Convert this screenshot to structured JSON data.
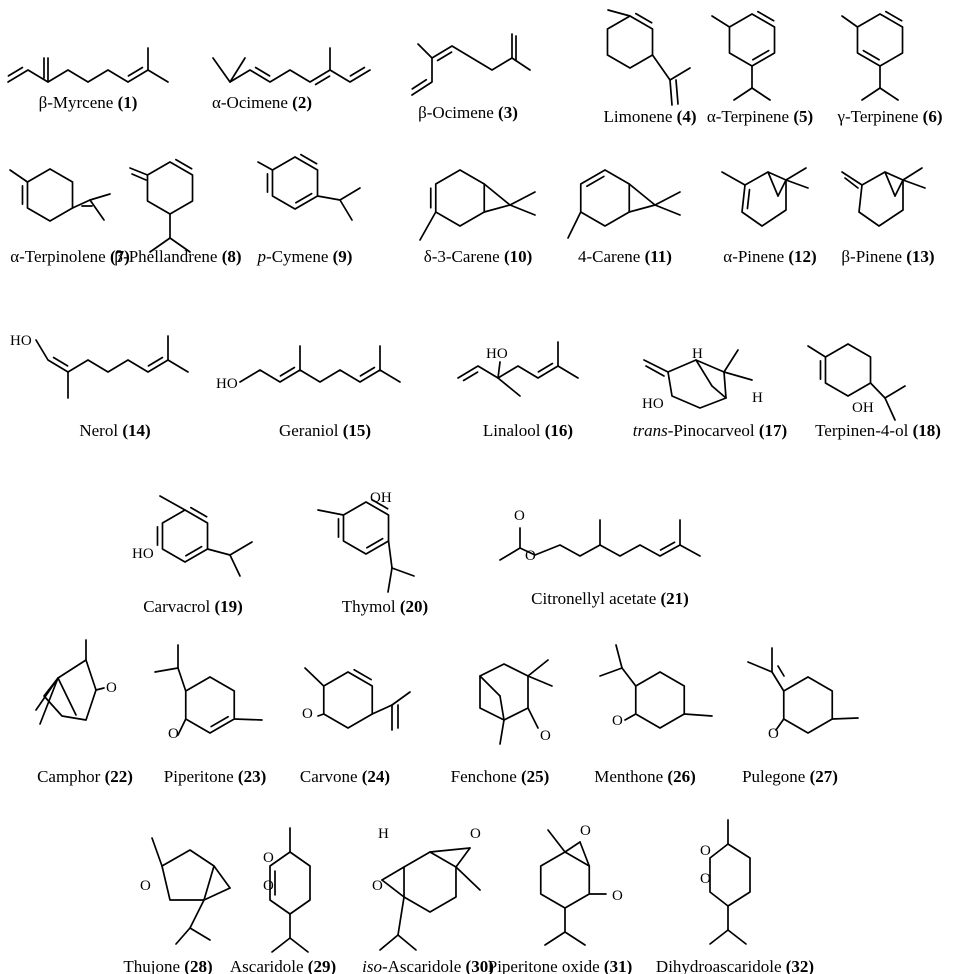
{
  "compounds": [
    {
      "name": "β-Myrcene",
      "num": "1"
    },
    {
      "name": "α-Ocimene",
      "num": "2"
    },
    {
      "name": "β-Ocimene",
      "num": "3"
    },
    {
      "name": "Limonene",
      "num": "4"
    },
    {
      "name": "α-Terpinene",
      "num": "5"
    },
    {
      "name": "γ-Terpinene",
      "num": "6"
    },
    {
      "name": "α-Terpinolene",
      "num": "7"
    },
    {
      "name": "β-Phellandrene",
      "num": "8"
    },
    {
      "name": "-Cymene",
      "num": "9",
      "italic_prefix": "p"
    },
    {
      "name": "δ-3-Carene",
      "num": "10"
    },
    {
      "name": "4-Carene",
      "num": "11"
    },
    {
      "name": "α-Pinene",
      "num": "12"
    },
    {
      "name": "β-Pinene",
      "num": "13"
    },
    {
      "name": "Nerol",
      "num": "14"
    },
    {
      "name": "Geraniol",
      "num": "15"
    },
    {
      "name": "Linalool",
      "num": "16"
    },
    {
      "name": "-Pinocarveol",
      "num": "17",
      "italic_prefix": "trans"
    },
    {
      "name": "Terpinen-4-ol",
      "num": "18"
    },
    {
      "name": "Carvacrol",
      "num": "19"
    },
    {
      "name": "Thymol",
      "num": "20"
    },
    {
      "name": "Citronellyl acetate",
      "num": "21"
    },
    {
      "name": "Camphor",
      "num": "22"
    },
    {
      "name": "Piperitone",
      "num": "23"
    },
    {
      "name": "Carvone",
      "num": "24"
    },
    {
      "name": "Fenchone",
      "num": "25"
    },
    {
      "name": "Menthone",
      "num": "26"
    },
    {
      "name": "Pulegone",
      "num": "27"
    },
    {
      "name": "Thujone",
      "num": "28"
    },
    {
      "name": "Ascaridole",
      "num": "29"
    },
    {
      "name": "-Ascaridole",
      "num": "30",
      "italic_prefix": "iso"
    },
    {
      "name": "Piperitone oxide",
      "num": "31"
    },
    {
      "name": "Dihydroascaridole",
      "num": "32"
    }
  ],
  "atom_labels": {
    "hydroxyl": "HO",
    "hydroxyl_right": "OH",
    "oxygen": "O",
    "hydrogen": "H"
  }
}
